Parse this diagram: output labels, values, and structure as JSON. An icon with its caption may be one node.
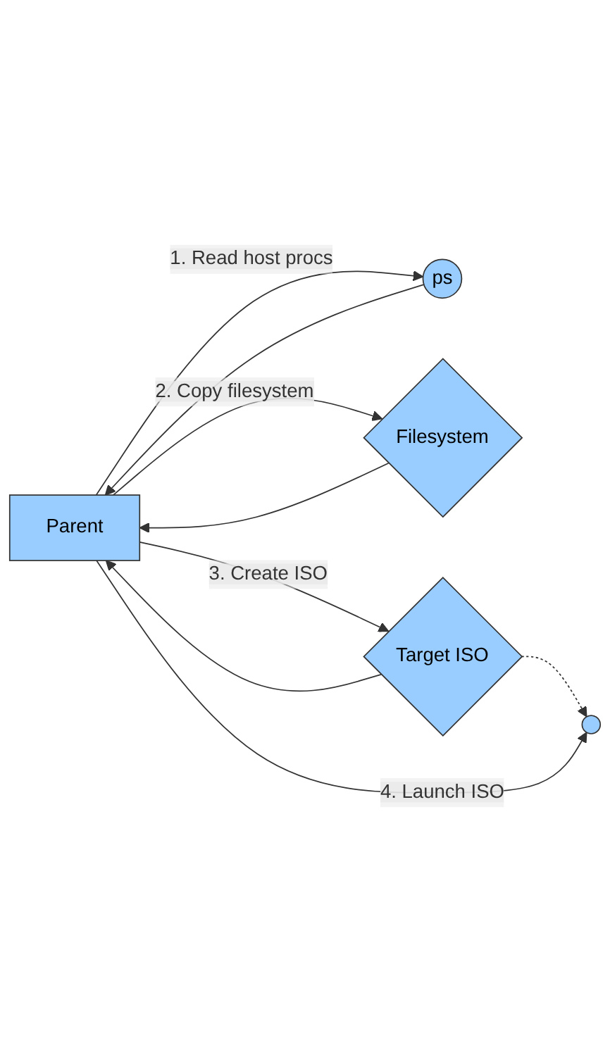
{
  "diagram": {
    "nodes": [
      {
        "text": [
          "Parent"
        ]
      },
      {
        "text": [
          "ps"
        ]
      },
      {
        "text": [
          "Filesystem"
        ]
      },
      {
        "text": [
          "Target ISO"
        ]
      },
      {
        "text": [],
        "shape": "circle"
      }
    ],
    "edges": [
      {
        "from": 0,
        "to": 1,
        "arrow": "to",
        "label": "1. Read host procs"
      },
      {
        "from": 1,
        "to": 0,
        "arrow": "to"
      },
      {
        "from": 0,
        "to": 2,
        "arrow": "to",
        "label": "2. Copy filesystem"
      },
      {
        "from": 2,
        "to": 0,
        "arrow": "to"
      },
      {
        "from": 0,
        "to": 3,
        "arrow": "to",
        "label": "3. Create ISO"
      },
      {
        "from": 3,
        "to": 0,
        "arrow": "to"
      },
      {
        "from": 3,
        "to": 4,
        "arrow": "to",
        "style": "dashed"
      },
      {
        "from": 0,
        "to": 4,
        "arrow": "to",
        "label": "4. Launch ISO"
      }
    ]
  }
}
